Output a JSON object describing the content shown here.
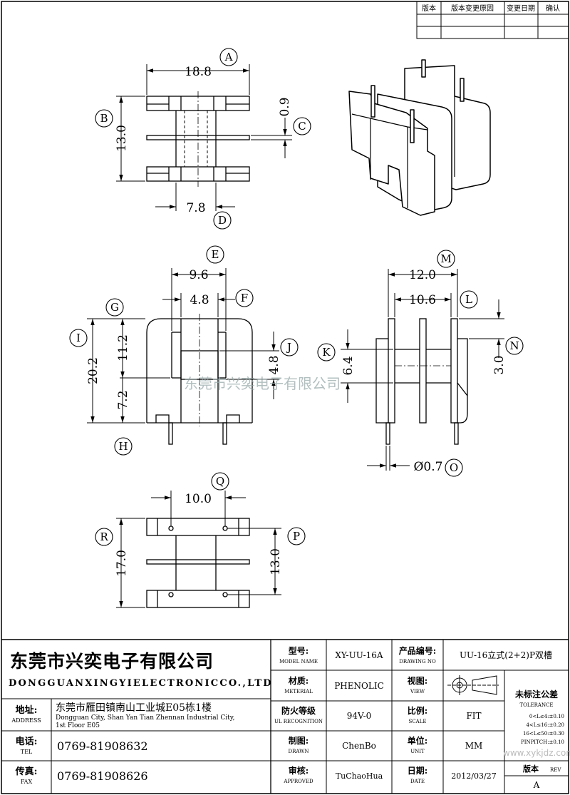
{
  "revision_table": {
    "headers": [
      "版本",
      "版本变更原因",
      "变更日期",
      "确认"
    ]
  },
  "dimensions": {
    "A": "18.8",
    "B": "13.0",
    "C": "0.9",
    "D": "7.8",
    "E": "9.6",
    "F": "4.8",
    "G": "11.2",
    "I": "20.2",
    "H": "7.2",
    "J": "4.8",
    "M": "12.0",
    "L": "10.6",
    "K": "6.4",
    "N": "3.0",
    "O": "Ø0.7",
    "Q": "10.0",
    "R": "17.0",
    "P": "13.0"
  },
  "callouts": [
    "A",
    "B",
    "C",
    "D",
    "E",
    "F",
    "G",
    "H",
    "I",
    "J",
    "K",
    "L",
    "M",
    "N",
    "O",
    "P",
    "Q",
    "R"
  ],
  "watermark": "东莞市兴奕电子有限公司",
  "watermark_url": "www.xykjdz.com",
  "company": {
    "name_cn": "东莞市兴奕电子有限公司",
    "name_en": "DONGGUANXINGYIELECTRONICCO.,LTD"
  },
  "address": {
    "label_cn": "地址:",
    "label_en": "ADDRESS",
    "value_cn": "东莞市雁田镇南山工业城E05栋1楼",
    "value_en_1": "Dongguan City, Shan Yan Tian Zhennan Industrial City,",
    "value_en_2": "1st Floor E05"
  },
  "tel": {
    "label_cn": "电话:",
    "label_en": "TEL",
    "value": "0769-81908632"
  },
  "fax": {
    "label_cn": "传真:",
    "label_en": "FAX",
    "value": "0769-81908626"
  },
  "model": {
    "label_cn": "型号:",
    "label_en": "MODEL NAME",
    "value": "XY-UU-16A"
  },
  "material": {
    "label_cn": "材质:",
    "label_en": "METERIAL",
    "value": "PHENOLIC"
  },
  "fire": {
    "label_cn": "防火等级",
    "label_en": "UL RECOGNITION",
    "value": "94V-0"
  },
  "drawn": {
    "label_cn": "制图:",
    "label_en": "DRAWN",
    "value": "ChenBo"
  },
  "approved": {
    "label_cn": "审核:",
    "label_en": "APPROVED",
    "value": "TuChaoHua"
  },
  "drawing_no": {
    "label_cn": "产品编号:",
    "label_en": "DRAWING NO",
    "value": "UU-16立式(2+2)P双槽"
  },
  "view": {
    "label_cn": "视图:",
    "label_en": "VIEW"
  },
  "scale": {
    "label_cn": "比例:",
    "label_en": "SCALE",
    "value": "FIT"
  },
  "unit": {
    "label_cn": "单位:",
    "label_en": "UNIT",
    "value": "MM"
  },
  "date": {
    "label_cn": "日期:",
    "label_en": "DATE",
    "value": "2012/03/27"
  },
  "tolerance": {
    "title_cn": "未标注公差",
    "title_en": "TOLERANCE",
    "rows": [
      "0<L≤4:±0.10",
      "4<L≤16:±0.20",
      "16<L≤50:±0.30",
      "PINPITCH:±0.10"
    ]
  },
  "rev": {
    "label_cn": "版本",
    "label_en": "REV",
    "value": "A"
  }
}
